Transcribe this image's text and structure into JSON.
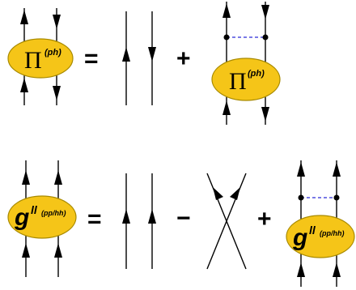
{
  "row1": {
    "lhs_symbol": "Π",
    "lhs_superscript": "(ph)",
    "equals": "=",
    "plus": "+",
    "rhs_symbol": "Π",
    "rhs_superscript": "(ph)"
  },
  "row2": {
    "lhs_symbol": "g",
    "lhs_superscript_main": "ll",
    "lhs_superscript_sub": "(pp/hh)",
    "equals": "=",
    "minus": "−",
    "plus": "+",
    "rhs_symbol": "g",
    "rhs_superscript_main": "ll",
    "rhs_superscript_sub": "(pp/hh)"
  },
  "colors": {
    "blob_fill": "#f5c518",
    "interaction_line": "#2b2bd6",
    "lines": "#000000"
  }
}
